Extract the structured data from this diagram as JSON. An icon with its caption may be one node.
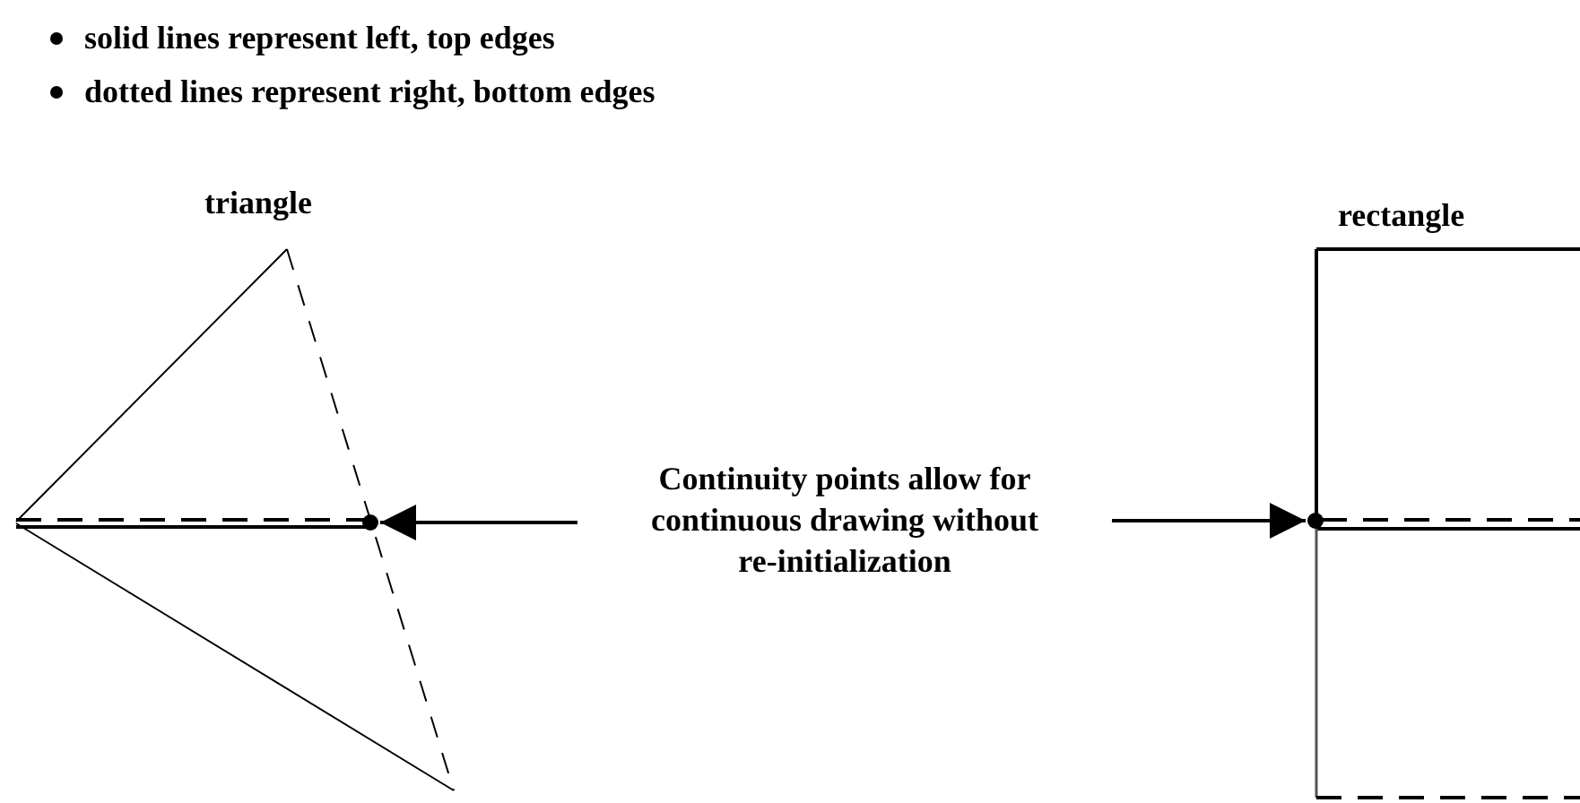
{
  "diagram": {
    "nodes": [
      {
        "text": [
          "Continuity points allow for continuous drawing without re-initialization"
        ]
      },
      {
        "text": [],
        "shape": "circle"
      },
      {
        "text": [],
        "shape": "circle"
      }
    ],
    "edges": [
      {
        "from": 0,
        "to": 1,
        "arrow": "to"
      },
      {
        "from": 0,
        "to": 2,
        "arrow": "to"
      }
    ],
    "labels": [
      "solid lines represent left, top edges",
      "dotted lines represent right, bottom edges",
      "triangle",
      "rectangle"
    ]
  }
}
